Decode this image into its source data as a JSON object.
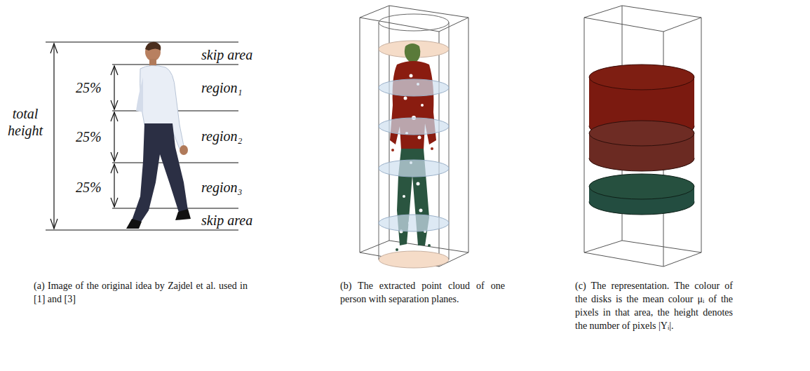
{
  "diagram": {
    "labels": [
      "skip area",
      "25%",
      "region₁",
      "total height",
      "25%",
      "region₂",
      "25%",
      "region₃",
      "skip area",
      "(a) Image of the original idea by Zajdel et al. used in [1] and [3]",
      "(b) The extracted point cloud of one person with separation planes.",
      "(c) The representation. The colour of the disks is the mean colour μᵢ of the pixels in that area, the height denotes the number of pixels |Yᵢ|."
    ]
  }
}
